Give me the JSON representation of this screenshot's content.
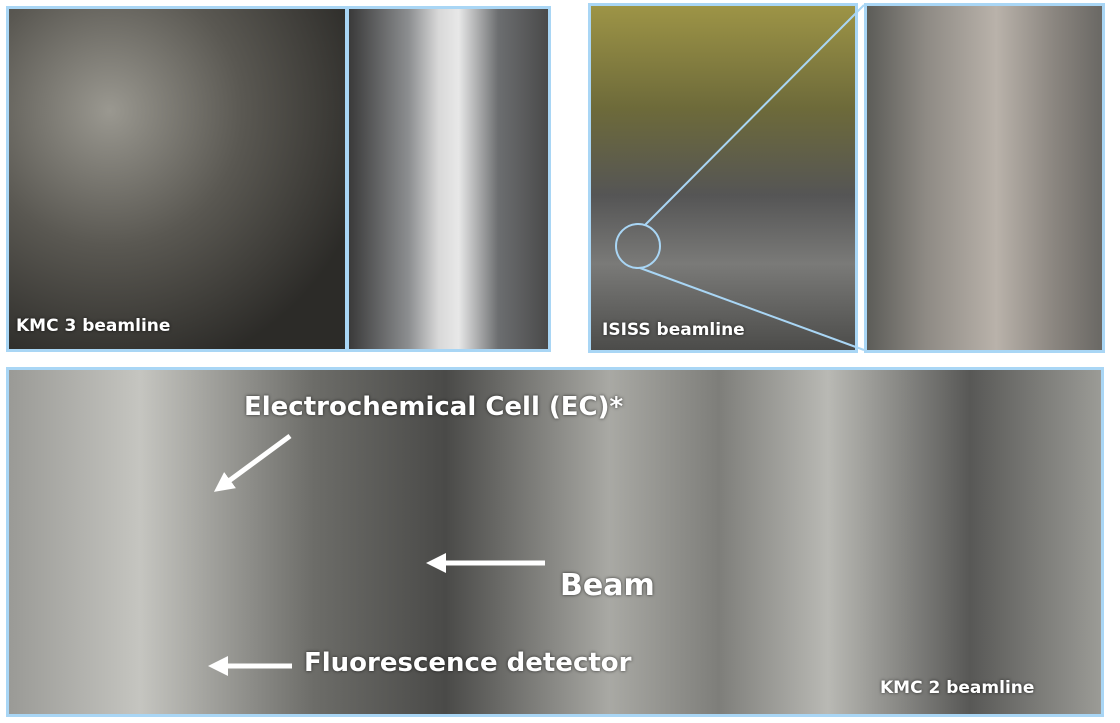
{
  "panels": {
    "kmc3": {
      "label": "KMC 3 beamline"
    },
    "isiss": {
      "label": "ISISS beamline"
    },
    "kmc2": {
      "label": "KMC 2 beamline"
    }
  },
  "annotations": {
    "cell": "Electrochemical Cell (EC)*",
    "beam": "Beam",
    "detector": "Fluorescence detector"
  },
  "colors": {
    "border": "#a9d6f5",
    "arrow": "#ffffff",
    "label": "#ffffff"
  }
}
